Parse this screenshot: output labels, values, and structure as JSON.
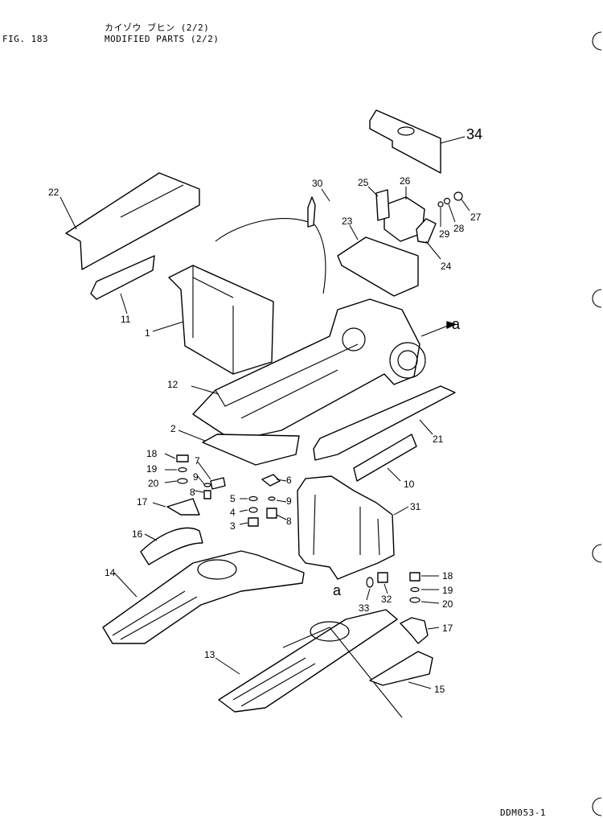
{
  "header": {
    "fig_label": "FIG. 183",
    "title_jp": "カイゾウ ブヒン (2/2)",
    "title_en": "MODIFIED PARTS (2/2)"
  },
  "footer": {
    "drawing_code": "DDM053-1"
  },
  "callouts": {
    "p1": "1",
    "p2": "2",
    "p3": "3",
    "p4": "4",
    "p5": "5",
    "p6": "6",
    "p7": "7",
    "p8a": "8",
    "p8b": "8",
    "p9a": "9",
    "p9b": "9",
    "p10": "10",
    "p11": "11",
    "p12": "12",
    "p13": "13",
    "p14": "14",
    "p15": "15",
    "p16": "16",
    "p17a": "17",
    "p17b": "17",
    "p18a": "18",
    "p18b": "18",
    "p19a": "19",
    "p19b": "19",
    "p20a": "20",
    "p20b": "20",
    "p21": "21",
    "p22": "22",
    "p23": "23",
    "p24": "24",
    "p25": "25",
    "p26": "26",
    "p27": "27",
    "p28": "28",
    "p29": "29",
    "p30": "30",
    "p31": "31",
    "p32": "32",
    "p33": "33",
    "p34": "34",
    "ref_a1": "a",
    "ref_a2": "a"
  }
}
